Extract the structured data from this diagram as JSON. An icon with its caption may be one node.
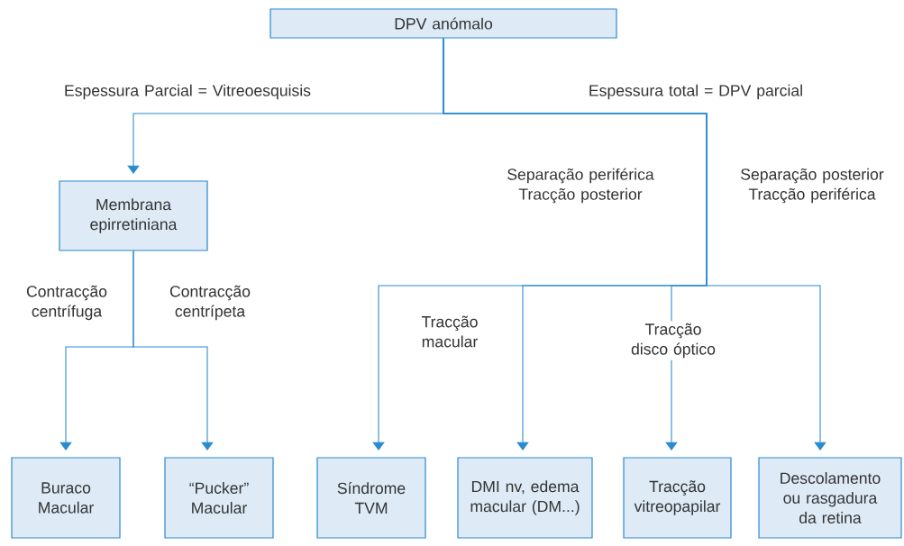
{
  "diagram": {
    "nodes": [
      {
        "text": [
          "DPV anómalo"
        ]
      },
      {
        "text": [
          "Membrana epirretiniana"
        ]
      },
      {
        "text": [
          "Buraco Macular"
        ]
      },
      {
        "text": [
          "“Pucker” Macular"
        ]
      },
      {
        "text": [
          "Síndrome TVM"
        ]
      },
      {
        "text": [
          "DMI nv, edema macular (DM...)"
        ]
      },
      {
        "text": [
          "Tracção vitreopapilar"
        ]
      },
      {
        "text": [
          "Descolamento ou rasgadura da retina"
        ]
      }
    ],
    "edges": [
      {
        "from": 0,
        "to": 1,
        "arrow": "to"
      },
      {
        "from": 0,
        "to": 4,
        "arrow": "to"
      },
      {
        "from": 0,
        "to": 5,
        "arrow": "to"
      },
      {
        "from": 0,
        "to": 6,
        "arrow": "to",
        "label": "Tracção disco óptico"
      },
      {
        "from": 0,
        "to": 7,
        "arrow": "to"
      },
      {
        "from": 1,
        "to": 2,
        "arrow": "to"
      },
      {
        "from": 1,
        "to": 3,
        "arrow": "to"
      }
    ],
    "labels": [
      "Espessura Parcial = Vitreoesquisis",
      "Espessura total = DPV parcial",
      "Separação periférica Tracção posterior",
      "Separação posterior Tracção periférica",
      "Contracção centrífuga",
      "Contracção centrípeta",
      "Tracção macular"
    ]
  }
}
